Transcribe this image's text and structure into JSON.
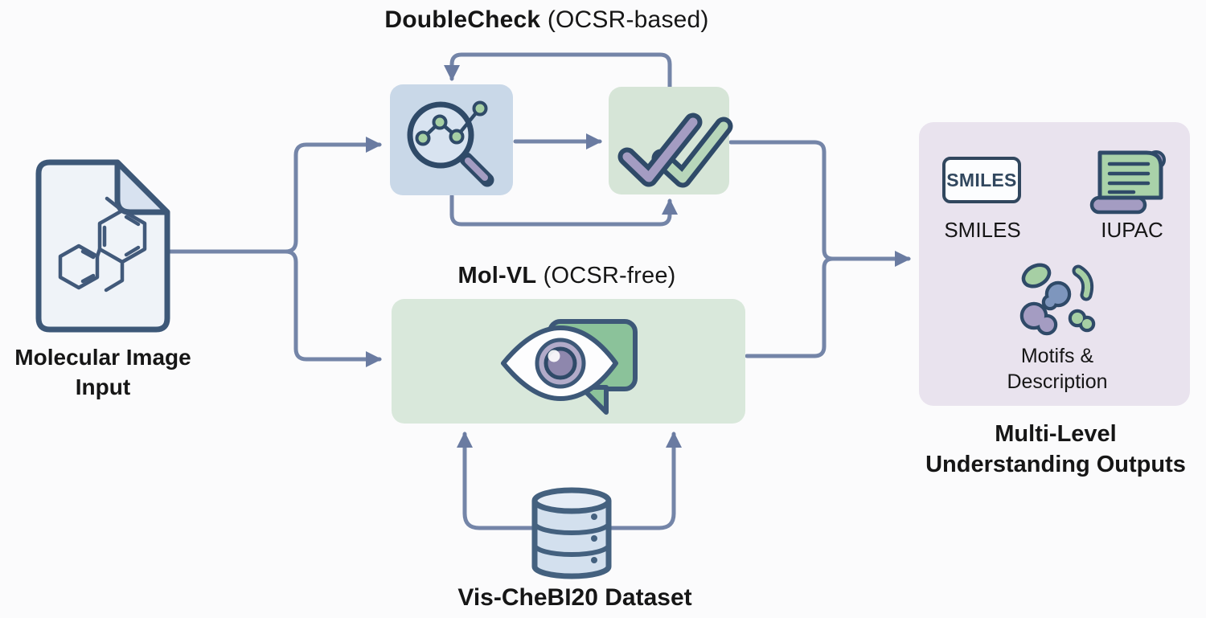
{
  "palette": {
    "bg": "#fbfbfc",
    "line": "#7485a8",
    "arrow": "#6a7ba1",
    "text": "#161616",
    "box_blue": "#c9d8e8",
    "box_green": "#d6e5d7",
    "box_green_lg": "#d9e8db",
    "panel_purple": "#e9e3ee",
    "doc_fill": "#eff3f8",
    "doc_stroke": "#3d5878",
    "icon_outline": "#2f4a68",
    "icon_green": "#a6cfa4",
    "icon_purple": "#a49cc2",
    "icon_blue": "#7e96bd",
    "db_stroke": "#44617f",
    "chip_border": "#31475e"
  },
  "titles": {
    "doublecheck_bold": "DoubleCheck",
    "doublecheck_rest": " (OCSR-based)",
    "molvl_bold": "Mol-VL",
    "molvl_rest": " (OCSR-free)"
  },
  "labels": {
    "input_line1": "Molecular Image",
    "input_line2": "Input",
    "dataset": "Vis-CheBI20 Dataset",
    "outputs_line1": "Multi-Level",
    "outputs_line2": "Understanding Outputs"
  },
  "panel": {
    "chip": "SMILES",
    "smiles_label": "SMILES",
    "iupac_label": "IUPAC",
    "motifs_line1": "Motifs &",
    "motifs_line2": "Description"
  },
  "icons": {
    "molecule-document-icon": "file sheet with chemical structure drawing",
    "magnifier-molecule-icon": "magnifying glass over molecular graph",
    "double-check-icon": "two overlapping checkmarks",
    "eye-chat-icon": "eye with speech bubble",
    "database-icon": "stacked database cylinder",
    "scroll-icon": "paper scroll with text lines",
    "motif-fragments-icon": "molecular fragment blobs"
  }
}
